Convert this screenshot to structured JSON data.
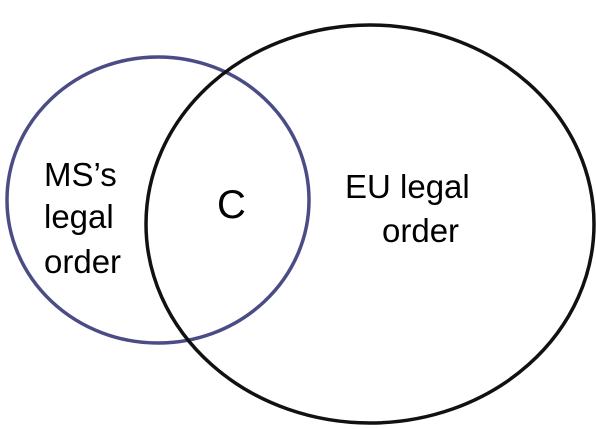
{
  "diagram": {
    "type": "venn",
    "sets": [
      {
        "id": "ms",
        "lines": [
          "MS’s",
          "legal",
          "order"
        ],
        "stroke_color": "#4b4c86"
      },
      {
        "id": "eu",
        "lines": [
          "EU legal",
          "order"
        ],
        "stroke_color": "#111111"
      }
    ],
    "intersection": {
      "label": "C"
    }
  }
}
